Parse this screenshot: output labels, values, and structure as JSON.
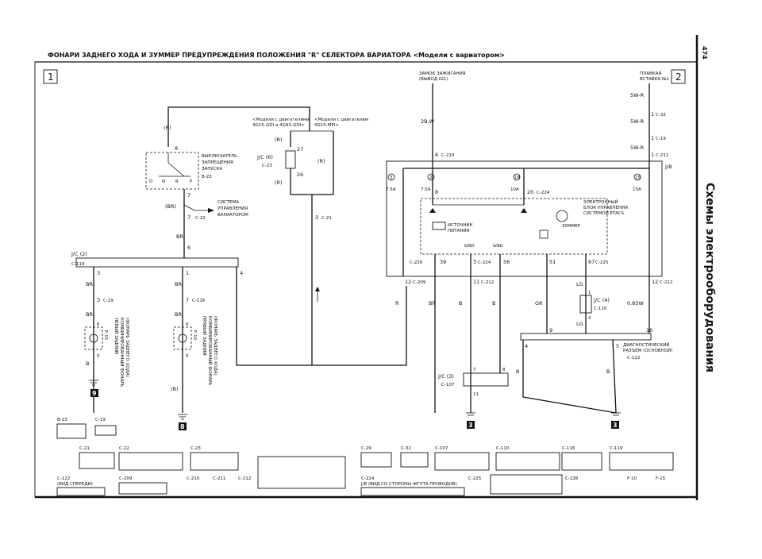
{
  "header": {
    "title": "ФОНАРИ ЗАДНЕГО ХОДА И ЗУММЕР ПРЕДУПРЕЖДЕНИЯ ПОЛОЖЕНИЯ \"R\" СЕЛЕКТОРА ВАРИАТОРА <Модели с вариатором>",
    "page_number": "474",
    "section_title": "Схемы электрооборудования",
    "sheet_left": "1",
    "sheet_right": "2"
  },
  "sources": {
    "ignition_line1": "ЗАМОК ЗАЖИГАНИЯ",
    "ignition_line2": "(ВЫВОД IG1)",
    "fuse_line1": "ПЛАВКАЯ",
    "fuse_line2": "ВСТАВКА №1"
  },
  "inhibitor": {
    "label_line1": "ВЫКЛЮЧАТЕЛЬ",
    "label_line2": "ЗАПРЕЩЕНИЯ",
    "label_line3": "ЗАПУСКА",
    "connector": "B-23",
    "pin_top": "8",
    "pin_bottom": "7",
    "pos_d": "D",
    "pos_n": "N",
    "pos_r": "R",
    "pos_p": "P",
    "wire_top": "(R)",
    "wire_bottom": "(BR)",
    "cvt_line1": "СИСТЕМА",
    "cvt_line2": "УПРАВЛЕНИЯ",
    "cvt_line3": "ВАРИАТОРОМ"
  },
  "jc6": {
    "label": "J/C (6)",
    "connector": "C-23",
    "pin_top": "27",
    "pin_bottom": "26",
    "wire_top": "(R)",
    "wire_bottom": "(R)",
    "wire_right": "(R)",
    "note_left_line1": "<Модели с двигателями",
    "note_left_line2": "4G15-GDI и 4G93-GDI>",
    "note_right_line1": "<Модели с двигателем",
    "note_right_line2": "4G15-MPI>"
  },
  "left_branch": {
    "c22_pin": "7",
    "c22": "C-22",
    "br1": "BR",
    "br2": "BR",
    "jc2": "J/C (2)",
    "c119": "C-119",
    "pin_in": "6",
    "pins": [
      "3",
      "1",
      "4"
    ],
    "c29_pin": "3",
    "c29": "C-29",
    "c116_pin": "7",
    "c116": "C-116",
    "lamp_left_pin_top": "6",
    "lamp_left_pin_bot": "5",
    "lamp_left_conn": "F-15",
    "lamp_left_text_line1": "ЛЕВЫЙ ЗАДНИЙ",
    "lamp_left_text_line2": "КОМБИНИРОВАННЫЙ ФОНАРЬ",
    "lamp_left_text_line3": "(ФОНАРЬ ЗАДНЕГО ХОДА)",
    "lamp_right_pin_top": "6",
    "lamp_right_pin_bot": "5",
    "lamp_right_conn": "F-10",
    "lamp_right_text_line1": "ПРАВЫЙ ЗАДНИЙ",
    "lamp_right_text_line2": "КОМБИНИРОВАННЫЙ ФОНАРЬ",
    "lamp_right_text_line3": "(ФОНАРЬ ЗАДНЕГО ХОДА)",
    "b_left": "B",
    "b_right": "B",
    "b_paren": "(B)",
    "br_left_a": "BR",
    "br_left_b": "BR",
    "br_right_a": "BR",
    "br_right_b": "BR",
    "ground_left": "9",
    "ground_right": "8"
  },
  "c21": {
    "pin": "3",
    "name": "C-21"
  },
  "etacs": {
    "ig_wire": "2B-W",
    "c210_pin": "6",
    "c210": "C-210",
    "fuse_wires": [
      "5W-R",
      "5W-R",
      "5W-R"
    ],
    "fuse_pins": [
      "1",
      "1",
      "1"
    ],
    "fuse_conns": [
      "C-32",
      "C-19",
      "C-211"
    ],
    "jb": "J/B",
    "fuse_nums": [
      "3",
      "2",
      "18",
      "15"
    ],
    "fuse_ratings": [
      "7.5A",
      "7.5A",
      "10A",
      "15A"
    ],
    "pin_8": "8",
    "pin_20": "20",
    "c224": "C-224",
    "ecu_line1": "ЭЛЕКТРОННЫЙ",
    "ecu_line2": "БЛОК УПРАВЛЕНИЯ",
    "ecu_line3": "СИСТЕМОЙ ETACS",
    "psu_line1": "ИСТОЧНИК",
    "psu_line2": "ПИТАНИЯ",
    "buzzer": "ЗУММЕР",
    "gnd1": "GND",
    "gnd2": "GND",
    "bot_conn1": "C-226",
    "bot_pin1": "39",
    "bot_pin2": "3",
    "bot_conn2": "C-224",
    "bot_pin3": "56",
    "bot_pin4": "51",
    "bot_pin5": "67",
    "bot_conn3": "C-225",
    "c209_pin": "12",
    "c209": "C-209",
    "c212a_pin": "11",
    "c212a": "C-212",
    "c212b_pin": "12",
    "c212b": "C-212"
  },
  "wires": {
    "r": "R",
    "br": "BR",
    "b1": "B",
    "b2": "B",
    "gr": "GR",
    "lg1": "LG",
    "lg2": "LG",
    "w085": "0.85W"
  },
  "jc4": {
    "label": "J/C (4)",
    "connector": "C-110",
    "pin_top": "1",
    "pin_bot": "4"
  },
  "jc3": {
    "label": "J/C (3)",
    "connector": "C-107",
    "pin_a": "7",
    "pin_b": "8",
    "pin_c": "11",
    "b_left": "B",
    "b_right": "B",
    "ground": "3"
  },
  "diag": {
    "line1": "ДИАГНОСТИЧЕСКИЙ",
    "line2": "РАЗЪЕМ (ОСНОВНОЙ)",
    "connector": "C-122",
    "pin_9": "9",
    "pin_16": "16",
    "pin_4": "4",
    "pin_5": "5",
    "b_left": "B",
    "b_right": "B",
    "ground": "3"
  },
  "connector_views": {
    "row1": [
      "B-23",
      "C-19"
    ],
    "row2": [
      "C-21",
      "C-22",
      "C-23",
      "C-29",
      "C-32",
      "C-107",
      "C-110",
      "C-116",
      "C-119"
    ],
    "row3": [
      "C-122",
      "C-209",
      "C-210",
      "C-211",
      "C-212",
      "C-224",
      "C-225",
      "C-226",
      "F-10",
      "F-15"
    ],
    "c122_note": "(ВИД СПЕРЕДИ)",
    "jb_note": "J/B (ВИД СО СТОРОНЫ ЖГУТА ПРОВОДОВ)"
  }
}
